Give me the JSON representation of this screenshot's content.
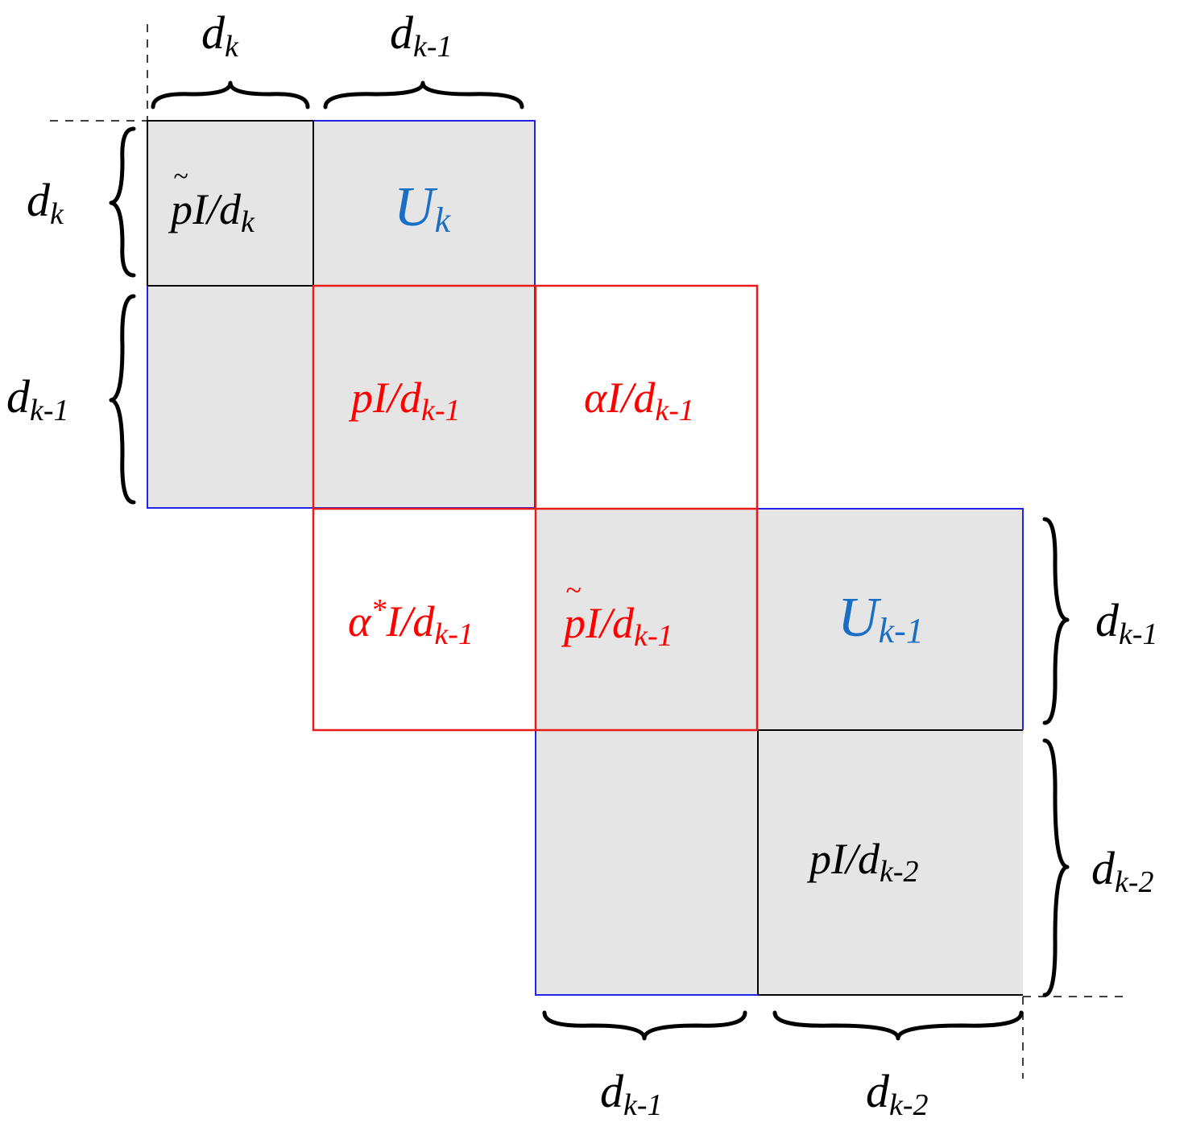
{
  "colors": {
    "black": "#000000",
    "red": "#ff0000",
    "blue": "#1a6fc4",
    "block_gray": "#e5e5e5",
    "outline_blue": "#2323e6",
    "outline_red": "#e81a1a"
  },
  "top_dims": {
    "d1": {
      "base": "d",
      "sub": "k"
    },
    "d2": {
      "base": "d",
      "sub": "k-1"
    }
  },
  "left_dims": {
    "d1": {
      "base": "d",
      "sub": "k"
    },
    "d2": {
      "base": "d",
      "sub": "k-1"
    }
  },
  "right_dims": {
    "d1": {
      "base": "d",
      "sub": "k-1"
    },
    "d2": {
      "base": "d",
      "sub": "k-2"
    }
  },
  "bottom_dims": {
    "d1": {
      "base": "d",
      "sub": "k-1"
    },
    "d2": {
      "base": "d",
      "sub": "k-2"
    }
  },
  "blocks": {
    "ptilde_k": {
      "tilde": "~",
      "p": "p",
      "rest": "I/d",
      "sub": "k"
    },
    "u_k": {
      "base": "U",
      "sub": "k"
    },
    "p_k1": {
      "base": "pI/d",
      "sub": "k-1"
    },
    "alpha_k1": {
      "base": "αI/d",
      "sub": "k-1"
    },
    "alphastar_k1": {
      "alpha": "α",
      "star": "*",
      "rest": "I/d",
      "sub": "k-1"
    },
    "ptilde_k1": {
      "tilde": "~",
      "p": "p",
      "rest": "I/d",
      "sub": "k-1"
    },
    "u_k1": {
      "base": "U",
      "sub": "k-1"
    },
    "p_k2": {
      "base": "pI/d",
      "sub": "k-2"
    }
  }
}
